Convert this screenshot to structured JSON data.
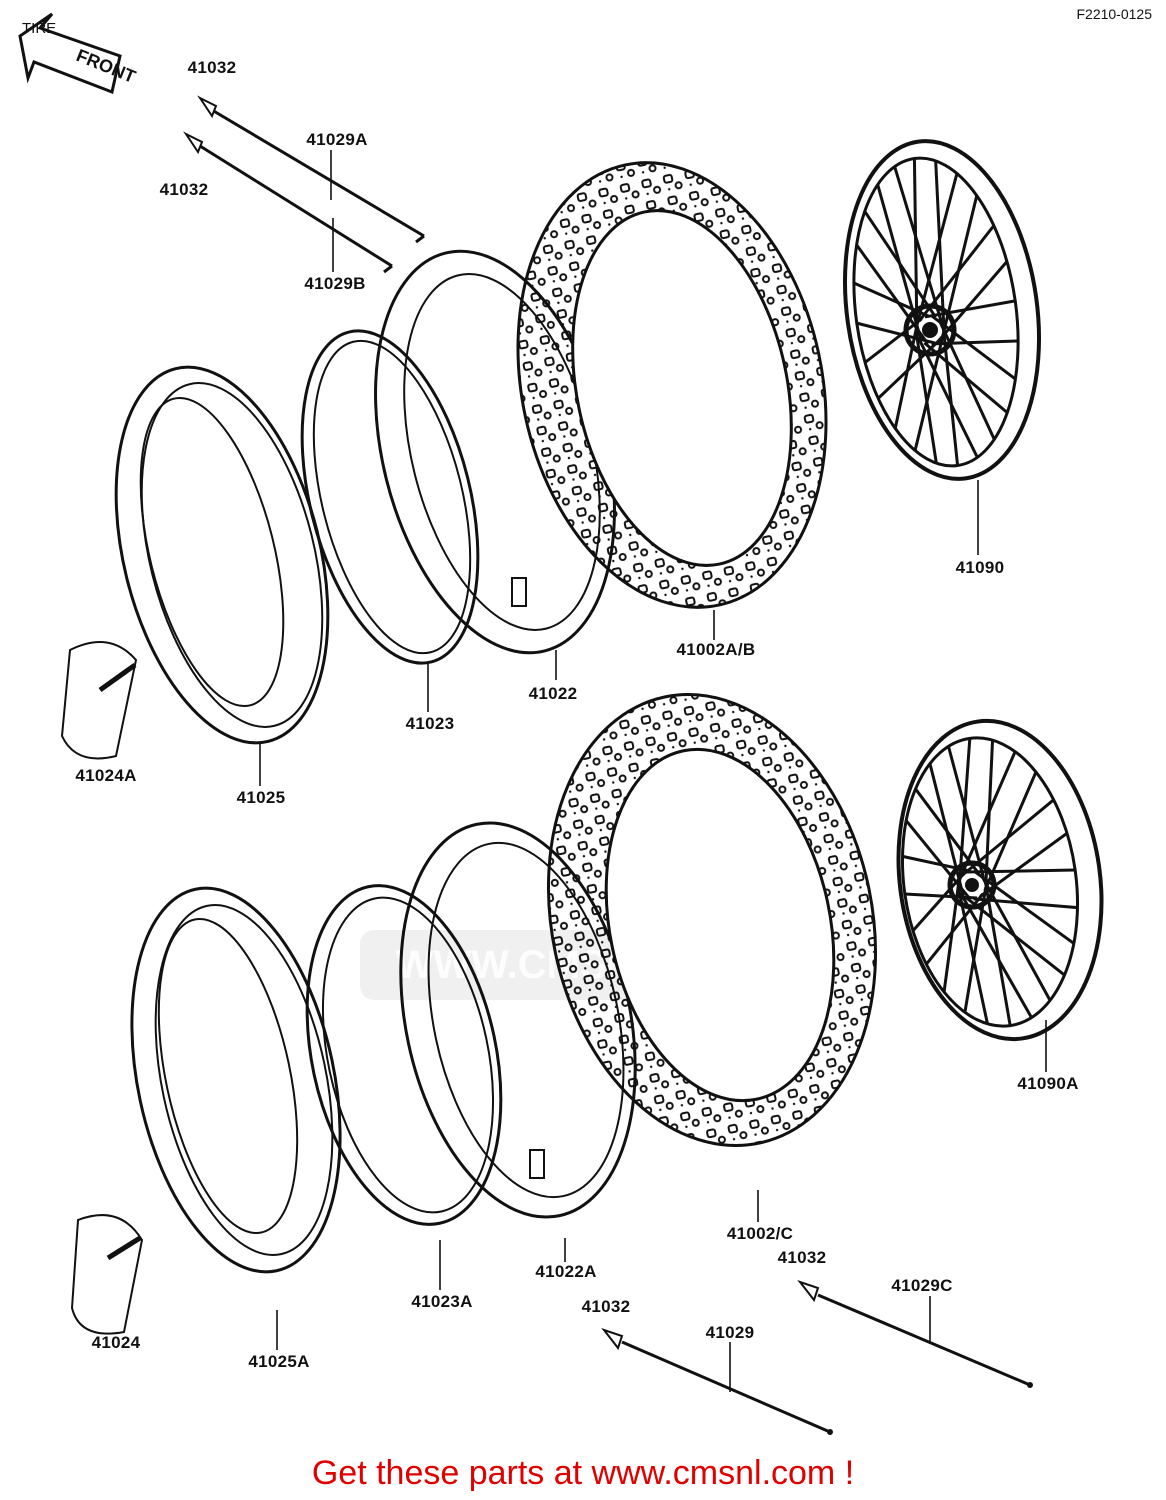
{
  "header": {
    "title": "TIRE",
    "diagram_code": "F2210-0125"
  },
  "front_sign": {
    "text": "FRONT"
  },
  "watermark": {
    "text": "WWW.CMSNL.COM"
  },
  "footer": {
    "link_text": "Get these parts at www.cmsnl.com !"
  },
  "parts": [
    {
      "id": "p01",
      "number": "41032"
    },
    {
      "id": "p02",
      "number": "41029A"
    },
    {
      "id": "p03",
      "number": "41032"
    },
    {
      "id": "p04",
      "number": "41029B"
    },
    {
      "id": "p05",
      "number": "41090"
    },
    {
      "id": "p06",
      "number": "41002A/B"
    },
    {
      "id": "p07",
      "number": "41022"
    },
    {
      "id": "p08",
      "number": "41023"
    },
    {
      "id": "p09",
      "number": "41024A"
    },
    {
      "id": "p10",
      "number": "41025"
    },
    {
      "id": "p11",
      "number": "41090A"
    },
    {
      "id": "p12",
      "number": "41002/C"
    },
    {
      "id": "p13",
      "number": "41032"
    },
    {
      "id": "p14",
      "number": "41029C"
    },
    {
      "id": "p15",
      "number": "41032"
    },
    {
      "id": "p16",
      "number": "41029"
    },
    {
      "id": "p17",
      "number": "41022A"
    },
    {
      "id": "p18",
      "number": "41023A"
    },
    {
      "id": "p19",
      "number": "41024"
    },
    {
      "id": "p20",
      "number": "41025A"
    }
  ]
}
